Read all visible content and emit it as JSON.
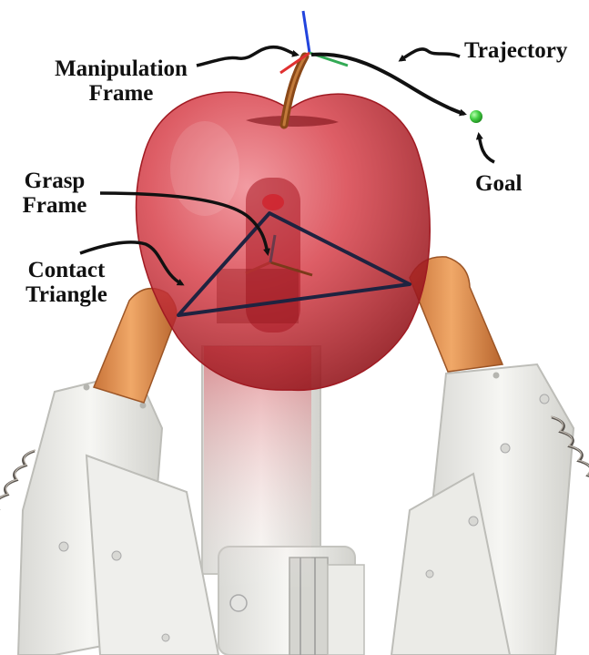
{
  "labels": {
    "manipulation_frame": [
      "Manipulation",
      "Frame"
    ],
    "trajectory": "Trajectory",
    "goal": "Goal",
    "grasp_frame": [
      "Grasp",
      "Frame"
    ],
    "contact_triangle": [
      "Contact",
      "Triangle"
    ]
  },
  "colors": {
    "apple": "#c8262e",
    "apple_highlight": "#e8707a",
    "stem": "#9a4f1c",
    "fingertip": "#e3955a",
    "robot_body": "#eeeeec",
    "robot_outline": "#b9b9b4",
    "triangle": "#1f2340",
    "goal": "#3fcf3f",
    "axis_x": "#e03030",
    "axis_y": "#33aa55",
    "axis_z": "#2244dd",
    "arrow": "#111111"
  },
  "icons": [
    "spring-icon",
    "goal-sphere-icon",
    "frame-axes-icon"
  ]
}
